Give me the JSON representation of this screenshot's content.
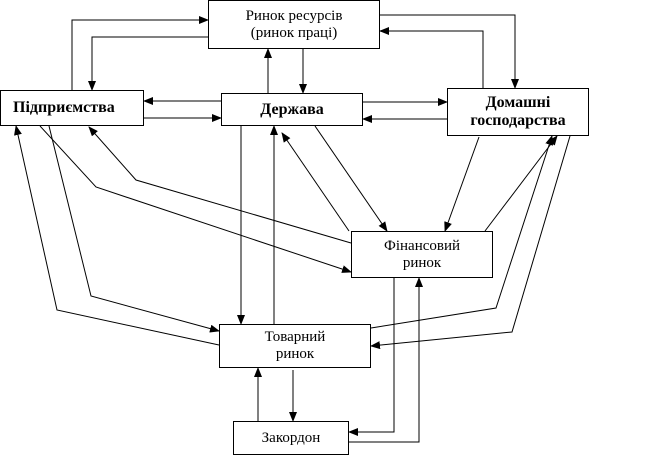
{
  "nodes": {
    "resource_market": {
      "line1": "Ринок ресурсів",
      "line2": "(ринок праці)"
    },
    "enterprises": {
      "label": "Підприємства"
    },
    "state": {
      "label": "Держава"
    },
    "households": {
      "line1": "Домашні",
      "line2": "господарства"
    },
    "financial_market": {
      "line1": "Фінансовий",
      "line2": "ринок"
    },
    "goods_market": {
      "line1": "Товарний",
      "line2": "ринок"
    },
    "abroad": {
      "label": "Закордон"
    }
  }
}
